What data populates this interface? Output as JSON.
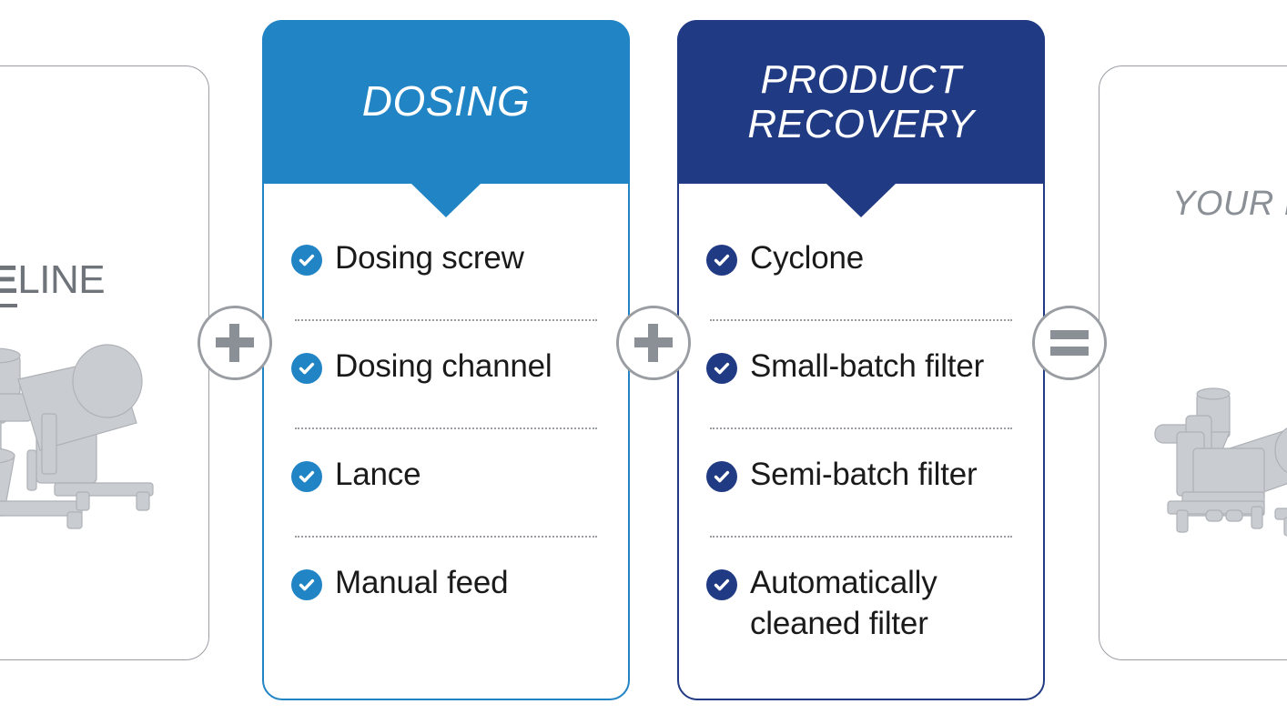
{
  "left_panel": {
    "logo_primary": "BASE",
    "logo_secondary": "LINE",
    "image_name": "baseline-mixer-machine"
  },
  "right_panel": {
    "headline": "YOUR\nPERFECT\nSYSTEM",
    "image_name": "complete-system-machine"
  },
  "cards": [
    {
      "id": "dosing",
      "title": "DOSING",
      "accent": "#2185c5",
      "items": [
        "Dosing screw",
        "Dosing channel",
        "Lance",
        "Manual feed"
      ]
    },
    {
      "id": "product-recovery",
      "title": "PRODUCT\nRECOVERY",
      "accent": "#213a84",
      "items": [
        "Cyclone",
        "Small-batch filter",
        "Semi-batch filter",
        "Automatically cleaned filter"
      ]
    }
  ],
  "operators": [
    {
      "symbol": "+",
      "name": "plus"
    },
    {
      "symbol": "+",
      "name": "plus"
    },
    {
      "symbol": "=",
      "name": "equals"
    }
  ],
  "colors": {
    "light_blue": "#2185c5",
    "navy": "#213a84",
    "gray_outline": "#9a9ea3",
    "gray_text": "#8b9096",
    "body_text": "#1a1a1a"
  }
}
